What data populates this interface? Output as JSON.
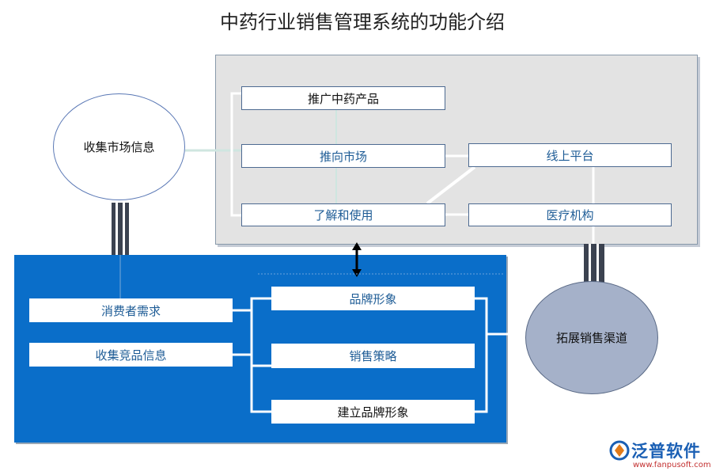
{
  "title": "中药行业销售管理系统的功能介绍",
  "circles": {
    "collect_market_info": "收集市场信息",
    "expand_sales_channels": "拓展销售渠道"
  },
  "gray_panel": {
    "promote_products": "推广中药产品",
    "push_to_market": "推向市场",
    "understand_and_use": "了解和使用",
    "online_platform": "线上平台",
    "medical_institutions": "医疗机构"
  },
  "blue_panel": {
    "consumer_demand": "消费者需求",
    "collect_competitor_info": "收集竞品信息",
    "brand_image": "品牌形象",
    "sales_strategy": "销售策略",
    "build_brand_image": "建立品牌形象"
  },
  "logo": {
    "name": "泛普软件",
    "url": "www.fanpusoft.com"
  },
  "colors": {
    "blue_panel": "#0a6ec9",
    "gray_panel": "#e3e3e3",
    "box_text": "#1e5c96",
    "right_circle": "#a5b1c9",
    "logo_blue": "#1a5fb4",
    "logo_url_red": "#c33030"
  }
}
